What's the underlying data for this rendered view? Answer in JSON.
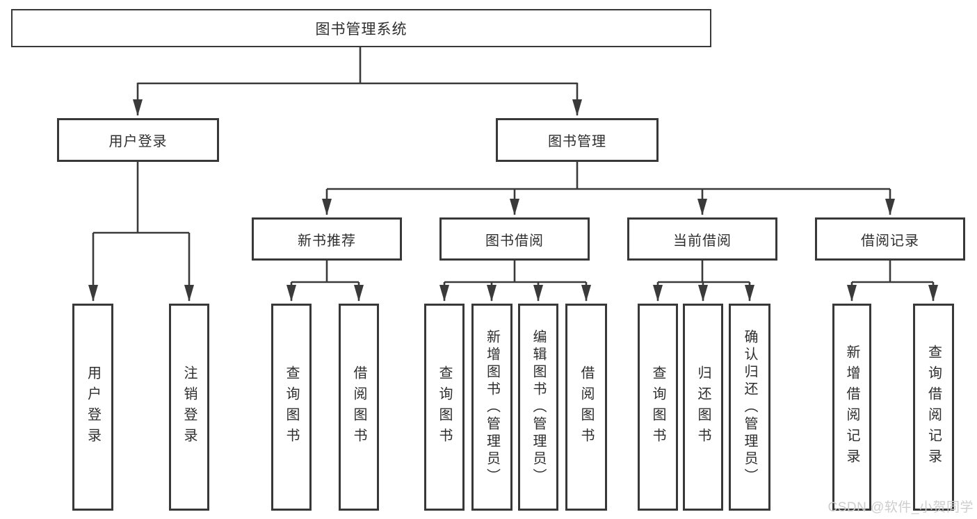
{
  "diagram": {
    "root": {
      "label": "图书管理系统"
    },
    "branches": [
      {
        "label": "用户登录",
        "children": [
          {
            "label": "用户登录"
          },
          {
            "label": "注销登录"
          }
        ]
      },
      {
        "label": "图书管理",
        "children": [
          {
            "label": "新书推荐",
            "children": [
              {
                "label": "查询图书"
              },
              {
                "label": "借阅图书"
              }
            ]
          },
          {
            "label": "图书借阅",
            "children": [
              {
                "label": "查询图书"
              },
              {
                "label": "新增图书（管理员）"
              },
              {
                "label": "编辑图书（管理员）"
              },
              {
                "label": "借阅图书"
              }
            ]
          },
          {
            "label": "当前借阅",
            "children": [
              {
                "label": "查询图书"
              },
              {
                "label": "归还图书"
              },
              {
                "label": "确认归还（管理员）"
              }
            ]
          },
          {
            "label": "借阅记录",
            "children": [
              {
                "label": "新增借阅记录"
              },
              {
                "label": "查询借阅记录"
              }
            ]
          }
        ]
      }
    ]
  },
  "colors": {
    "line": "#3a3a3a",
    "border": "#383838",
    "text": "#2e2e2e",
    "background": "#ffffff",
    "watermark": "#cdcdcd"
  },
  "watermark": {
    "text": "CSDN @软件_小贺同学"
  }
}
